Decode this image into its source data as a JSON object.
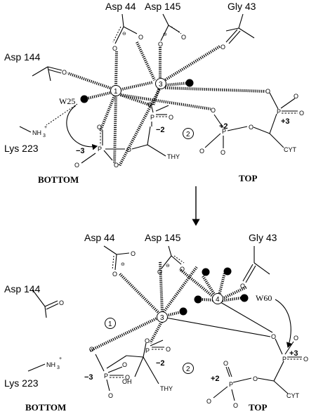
{
  "top_panel": {
    "residues": {
      "asp44": "Asp 44",
      "asp145": "Asp 145",
      "gly43": "Gly 43",
      "asp144": "Asp 144",
      "lys223": "Lys 223"
    },
    "water": "W25",
    "metals": [
      "1",
      "3",
      "2"
    ],
    "phosphate_charges": [
      "−3",
      "−2",
      "+2",
      "+3"
    ],
    "sugar_labels": {
      "thy": "THY",
      "cyt": "CYT"
    },
    "side_labels": {
      "bottom": "BOTTOM",
      "top": "TOP"
    },
    "amine": "NH",
    "amine_sub": "3",
    "amine_sup": "+"
  },
  "bottom_panel": {
    "residues": {
      "asp44": "Asp 44",
      "asp145": "Asp 145",
      "gly43": "Gly 43",
      "asp144": "Asp 144",
      "lys223": "Lys 223"
    },
    "water": "W60",
    "metals": [
      "4",
      "3",
      "1",
      "2"
    ],
    "phosphate_charges": [
      "−3",
      "−2",
      "+2",
      "+3"
    ],
    "sugar_labels": {
      "thy": "THY",
      "cyt": "CYT",
      "oh": "OH"
    },
    "side_labels": {
      "bottom": "BOTTOM",
      "top": "TOP"
    },
    "amine": "NH",
    "amine_sub": "3",
    "amine_sup": "+"
  },
  "atoms": {
    "oxygen": "O",
    "phosphorus": "P",
    "anion": "⊖"
  }
}
